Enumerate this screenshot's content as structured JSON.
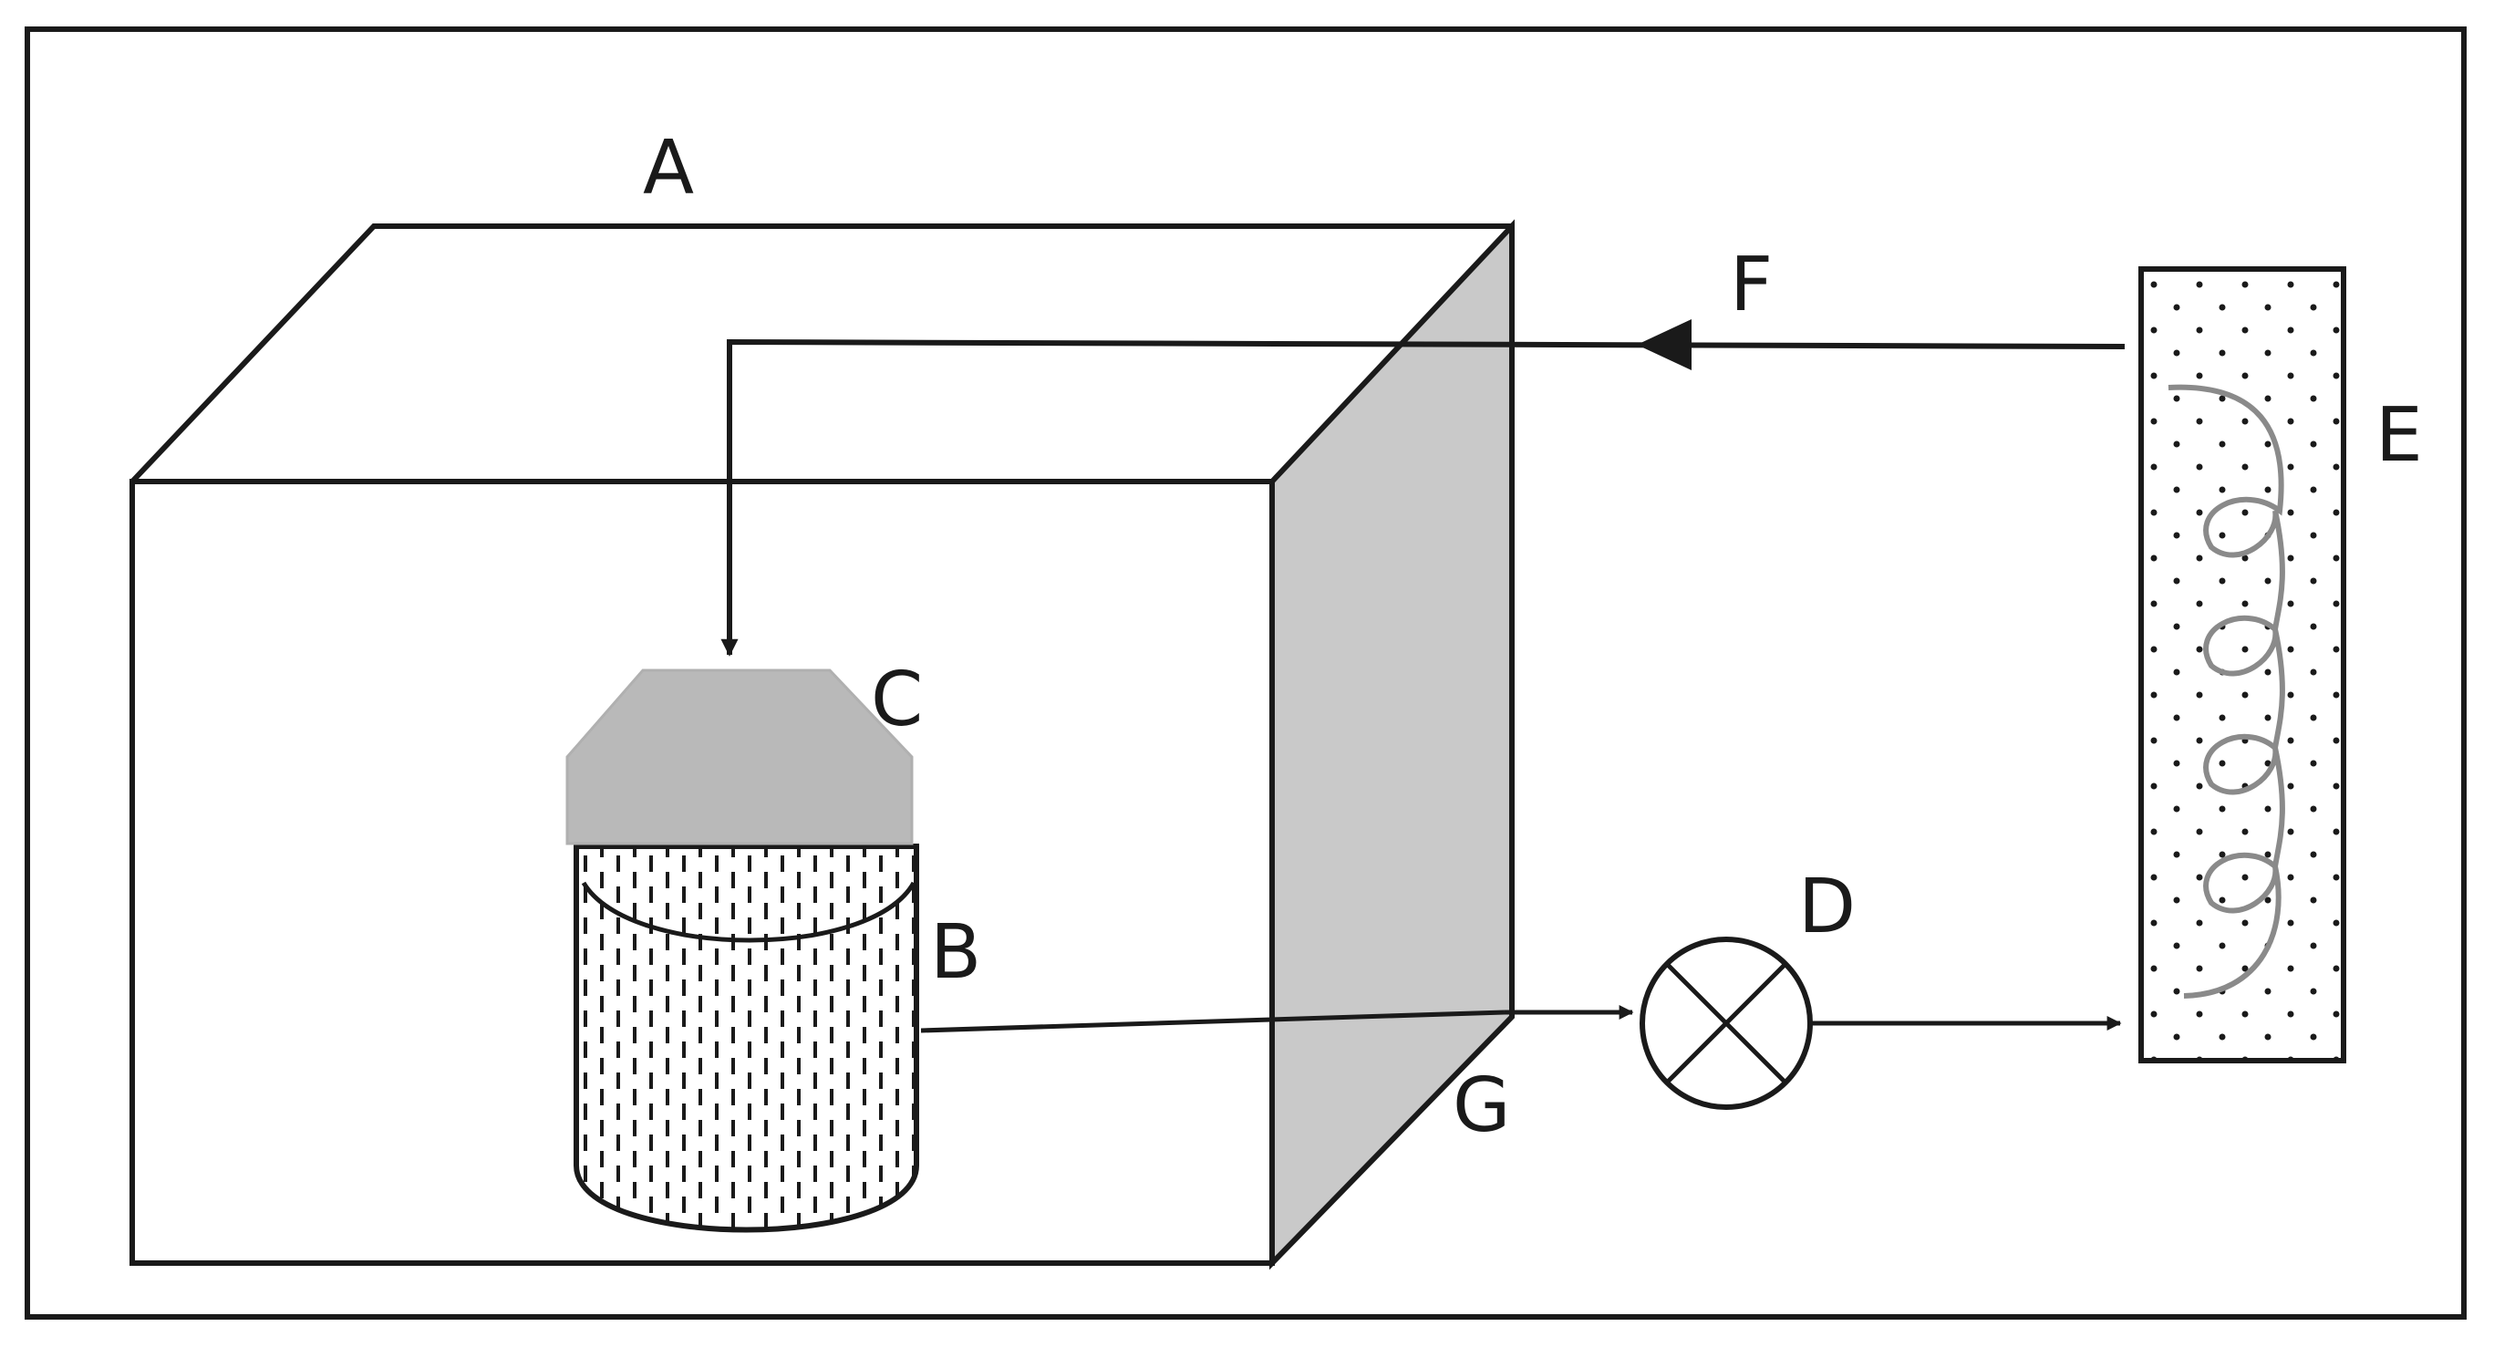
{
  "labels": {
    "a": "A",
    "b": "B",
    "c": "C",
    "d": "D",
    "e": "E",
    "f": "F",
    "g": "G"
  },
  "colors": {
    "stroke": "#1a1a1a",
    "box_side": "#c9c9c9",
    "cap": "#b9b9b9",
    "coil": "#8a8a8a",
    "background": "#ffffff"
  }
}
